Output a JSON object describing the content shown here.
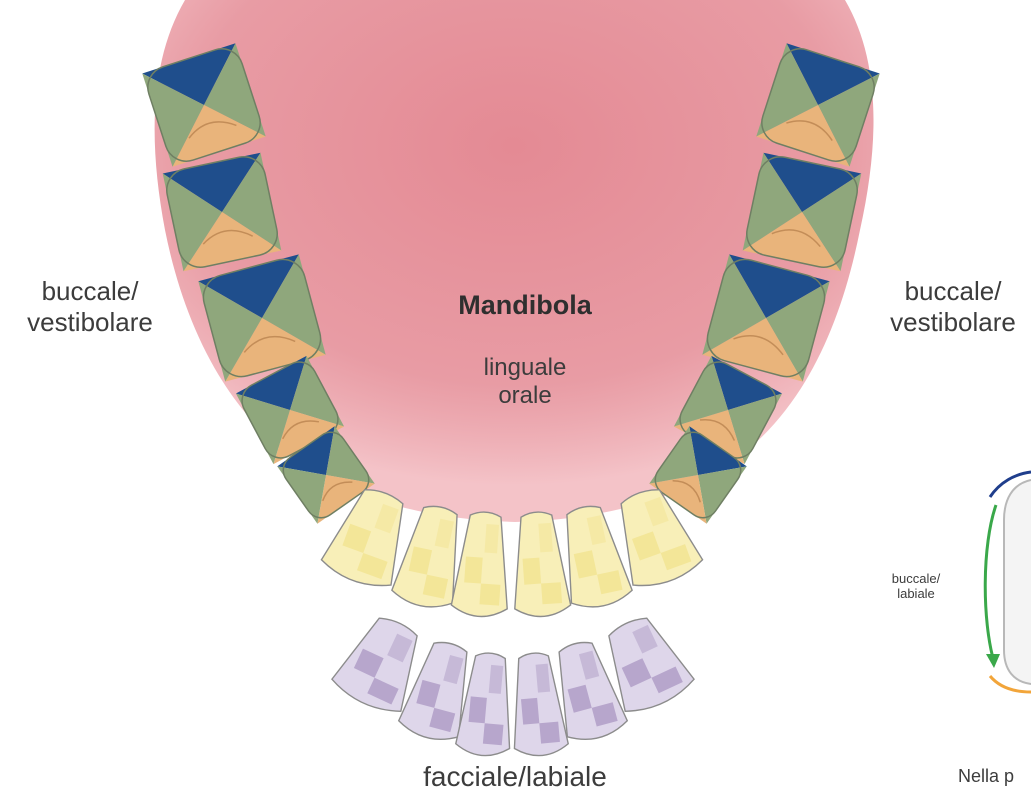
{
  "labels": {
    "left_top": "buccale/",
    "left_bottom": "vestibolare",
    "right_top": "buccale/",
    "right_bottom": "vestibolare",
    "title": "Mandibola",
    "lingual_top": "linguale",
    "lingual_bottom": "orale",
    "bottom": "facciale/labiale",
    "inset_top": "buccale/",
    "inset_bottom": "labiale",
    "caption": "Nella p"
  },
  "colors": {
    "mucosa": "#e48a94",
    "mucosa_light": "#f4c3c8",
    "tooth_blue": "#1f4e8c",
    "tooth_green": "#8fa77c",
    "tooth_orange": "#e9b47b",
    "incisor_yellow": "#f1e38e",
    "incisor_yellow_light": "#f8efb8",
    "incisor_purple": "#a996c2",
    "incisor_purple_light": "#ded6ea",
    "arrow_blue": "#1f3e8c",
    "arrow_green": "#3aa84a",
    "arrow_orange": "#f2a53a"
  }
}
